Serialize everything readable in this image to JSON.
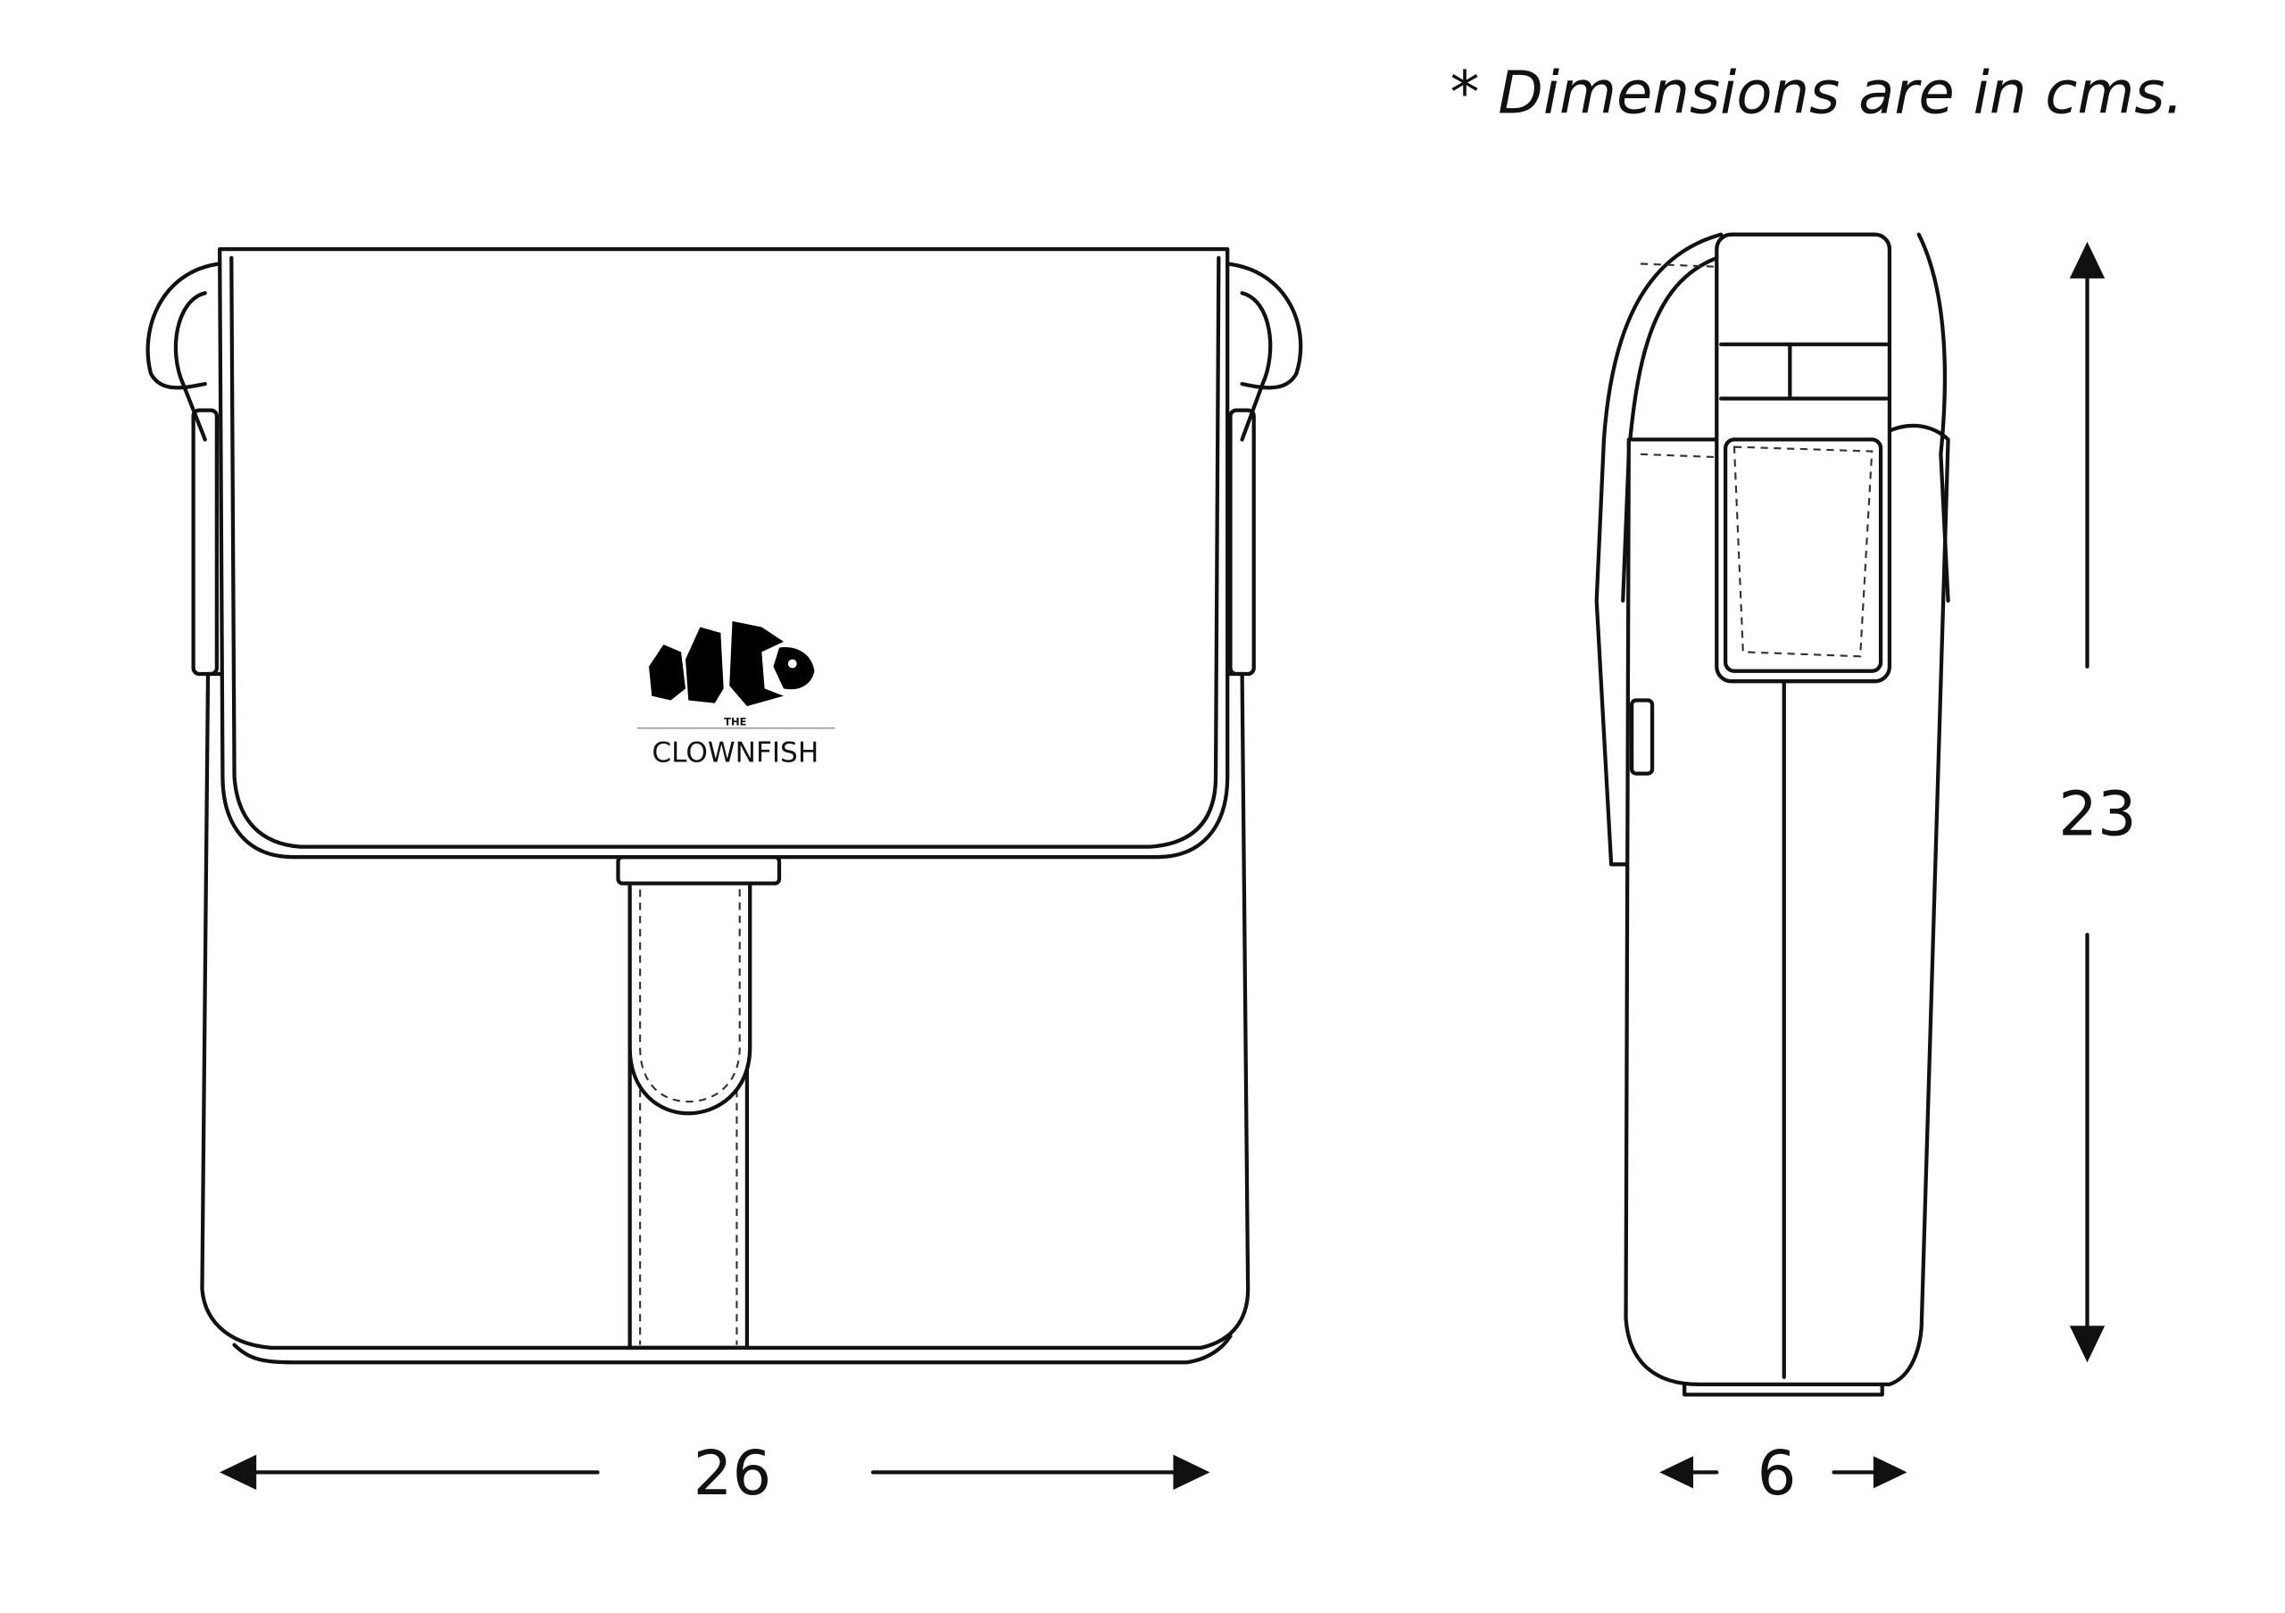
{
  "note": "* Dimensions are in cms.",
  "brand": {
    "top": "THE",
    "name": "CLOWNFISH"
  },
  "dimensions": {
    "width": "26",
    "depth": "6",
    "height": "23",
    "unit": "cm"
  }
}
